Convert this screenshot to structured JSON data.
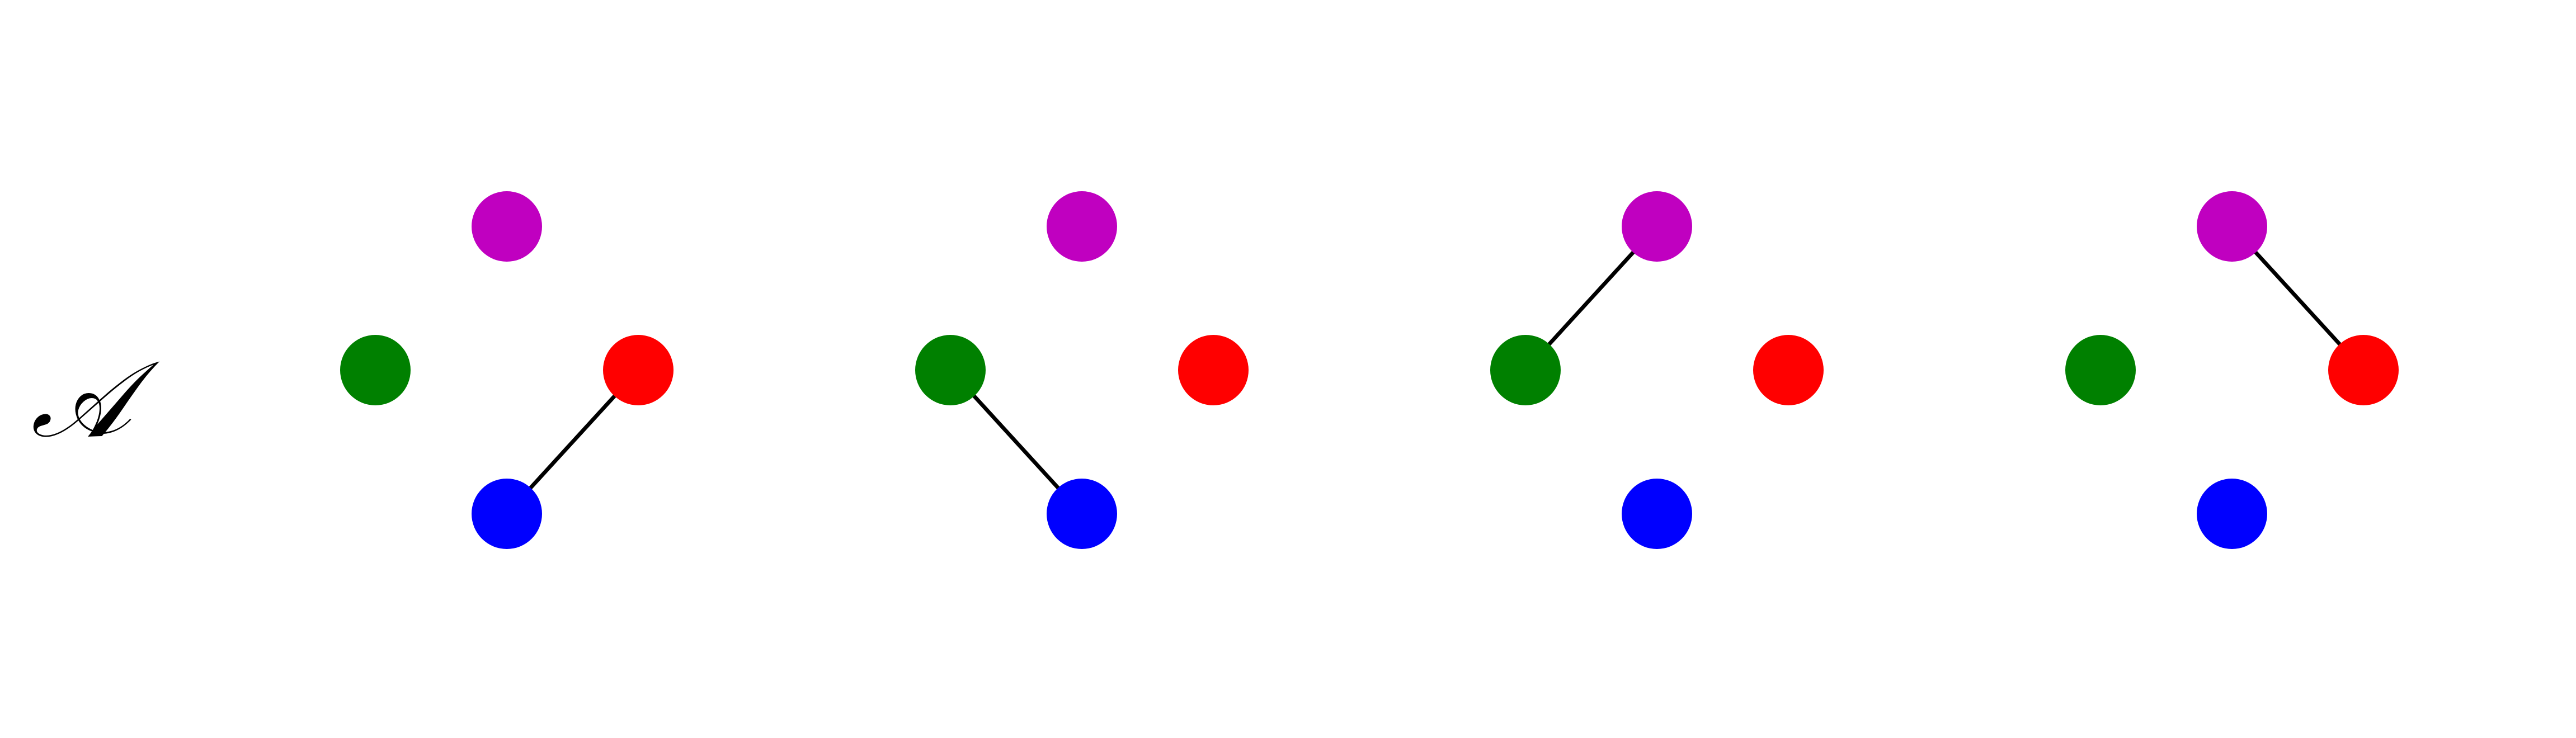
{
  "set_label": "𝒜",
  "node_colors": {
    "top": "#c000c0",
    "left": "#008000",
    "right": "#ff0000",
    "bottom": "#0000ff"
  },
  "edge_color": "#000000",
  "graphs": [
    {
      "edge": [
        "right",
        "bottom"
      ]
    },
    {
      "edge": [
        "left",
        "bottom"
      ]
    },
    {
      "edge": [
        "left",
        "top"
      ]
    },
    {
      "edge": [
        "top",
        "right"
      ]
    }
  ]
}
